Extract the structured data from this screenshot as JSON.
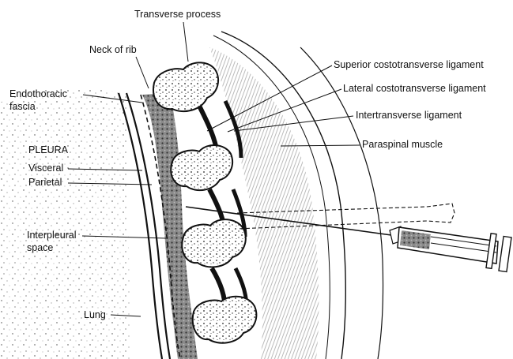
{
  "labels": {
    "transverse_process": "Transverse process",
    "neck_of_rib": "Neck of rib",
    "endothoracic_fascia_line1": "Endothoracic",
    "endothoracic_fascia_line2": "fascia",
    "pleura": "PLEURA",
    "visceral": "Visceral",
    "parietal": "Parietal",
    "interpleural_space_line1": "Interpleural",
    "interpleural_space_line2": "space",
    "lung": "Lung",
    "superior_costotransverse_ligament": "Superior costotransverse ligament",
    "lateral_costotransverse_ligament": "Lateral costotransverse ligament",
    "intertransverse_ligament": "Intertransverse ligament",
    "paraspinal_muscle": "Paraspinal muscle"
  },
  "colors": {
    "ink": "#111111",
    "tissue_dark": "#6f6f6f",
    "lung_speckle": "#444444",
    "background": "#ffffff"
  }
}
